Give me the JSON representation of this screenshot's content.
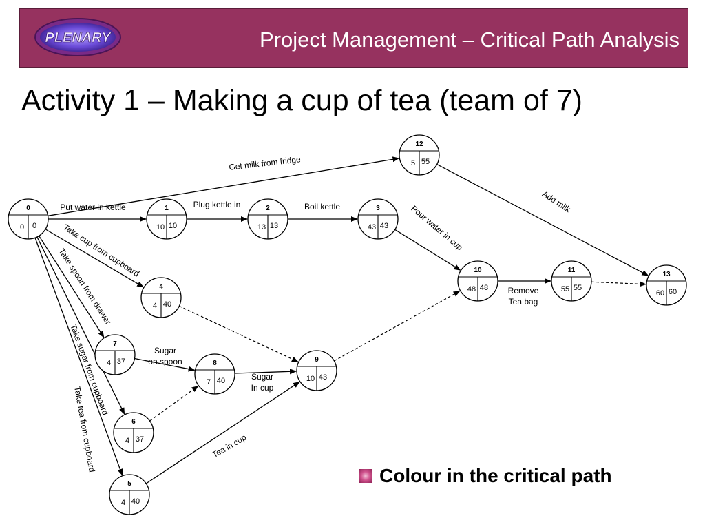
{
  "header": {
    "logo_text": "PLENARY",
    "title": "Project Management – Critical Path Analysis"
  },
  "slide_title": "Activity 1 – Making a cup of tea (team of 7)",
  "nodes": [
    {
      "id": "0",
      "earliest": "0",
      "latest": "0"
    },
    {
      "id": "1",
      "earliest": "10",
      "latest": "10"
    },
    {
      "id": "2",
      "earliest": "13",
      "latest": "13"
    },
    {
      "id": "3",
      "earliest": "43",
      "latest": "43"
    },
    {
      "id": "12",
      "earliest": "5",
      "latest": "55"
    },
    {
      "id": "4",
      "earliest": "4",
      "latest": "40"
    },
    {
      "id": "10",
      "earliest": "48",
      "latest": "48"
    },
    {
      "id": "11",
      "earliest": "55",
      "latest": "55"
    },
    {
      "id": "13",
      "earliest": "60",
      "latest": "60"
    },
    {
      "id": "7",
      "earliest": "4",
      "latest": "37"
    },
    {
      "id": "8",
      "earliest": "7",
      "latest": "40"
    },
    {
      "id": "9",
      "earliest": "10",
      "latest": "43"
    },
    {
      "id": "6",
      "earliest": "4",
      "latest": "37"
    },
    {
      "id": "5",
      "earliest": "4",
      "latest": "40"
    }
  ],
  "activities": [
    {
      "from": "0",
      "to": "1",
      "label": [
        "Put water in kettle"
      ]
    },
    {
      "from": "1",
      "to": "2",
      "label": [
        "Plug kettle in"
      ]
    },
    {
      "from": "2",
      "to": "3",
      "label": [
        "Boil kettle"
      ]
    },
    {
      "from": "0",
      "to": "12",
      "label": [
        "Get milk from fridge"
      ]
    },
    {
      "from": "12",
      "to": "13",
      "label": [
        "Add milk"
      ]
    },
    {
      "from": "3",
      "to": "10",
      "label": [
        "Pour water in cup"
      ]
    },
    {
      "from": "10",
      "to": "11",
      "label": [
        "Remove",
        "Tea bag"
      ]
    },
    {
      "from": "0",
      "to": "4",
      "label": [
        "Take cup from  cupboard"
      ]
    },
    {
      "from": "0",
      "to": "7",
      "label": [
        "Take spoon from drawer"
      ]
    },
    {
      "from": "0",
      "to": "6",
      "label": [
        "Take sugar from cupboard"
      ]
    },
    {
      "from": "0",
      "to": "5",
      "label": [
        "Take tea from cupboard"
      ]
    },
    {
      "from": "7",
      "to": "8",
      "label": [
        "Sugar",
        "on spoon"
      ]
    },
    {
      "from": "8",
      "to": "9",
      "label": [
        "Sugar",
        "In cup"
      ]
    },
    {
      "from": "5",
      "to": "9",
      "label": [
        "Tea in cup"
      ]
    }
  ],
  "dummy_activities": [
    {
      "from": "11",
      "to": "13"
    },
    {
      "from": "4",
      "to": "9"
    },
    {
      "from": "9",
      "to": "10"
    },
    {
      "from": "6",
      "to": "8"
    }
  ],
  "bullet": {
    "text": "Colour in the critical path"
  }
}
